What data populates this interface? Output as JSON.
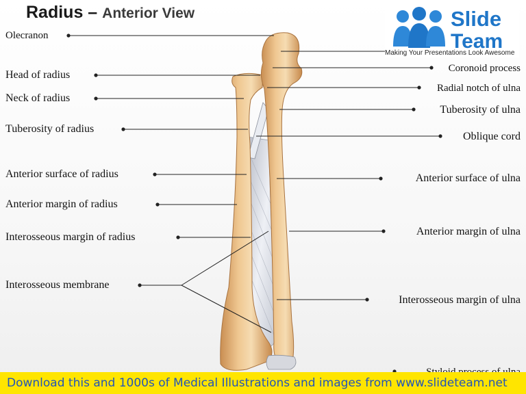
{
  "title": {
    "main": "Radius",
    "dash": " – ",
    "sub": "Anterior View"
  },
  "logo": {
    "line1": "Slide",
    "line2": "Team",
    "tagline": "Making Your Presentations Look Awesome"
  },
  "labels": {
    "left": [
      "Olecranon",
      "Head of radius",
      "Neck of radius",
      "Tuberosity of radius",
      "Anterior surface of radius",
      "Anterior margin of radius",
      "Interosseous margin of radius",
      "Interosseous membrane"
    ],
    "right": [
      "Coronoid process",
      "Radial notch of ulna",
      "Tuberosity of ulna",
      "Oblique cord",
      "Anterior surface of ulna",
      "Anterior margin of ulna",
      "Interosseous margin of ulna",
      "Styloid process of ulna"
    ]
  },
  "banner": {
    "text": "Download this and 1000s of Medical Illustrations and images from www.slideteam.net"
  },
  "colors": {
    "bone": "#e2b27a",
    "bone_light": "#f3d6a8",
    "membrane": "#d8dce6",
    "banner": "#ffe500",
    "banner_text": "#2255b8",
    "logo": "#1f76c8"
  }
}
